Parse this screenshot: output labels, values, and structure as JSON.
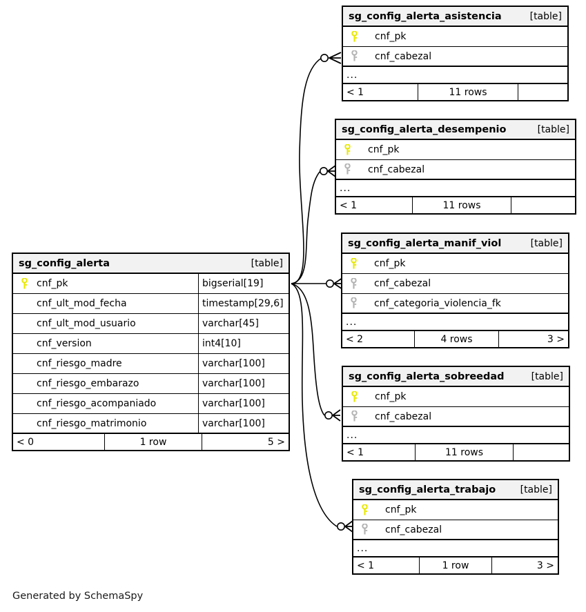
{
  "diagram": {
    "generator_credit": "Generated by SchemaSpy",
    "table_kind_label": "[table]",
    "ellipsis": "...",
    "colors": {
      "primary_key_icon": "#e8e800",
      "foreign_key_icon": "#b3b3b3",
      "table_header_bg": "#f2f2f2",
      "border": "#000000",
      "background": "#ffffff"
    }
  },
  "tables": [
    {
      "id": "sg_config_alerta",
      "name": "sg_config_alerta",
      "kind": "[table]",
      "columns": [
        {
          "name": "cnf_pk",
          "type": "bigserial[19]",
          "key": "primary"
        },
        {
          "name": "cnf_ult_mod_fecha",
          "type": "timestamp[29,6]",
          "key": "none"
        },
        {
          "name": "cnf_ult_mod_usuario",
          "type": "varchar[45]",
          "key": "none"
        },
        {
          "name": "cnf_version",
          "type": "int4[10]",
          "key": "none"
        },
        {
          "name": "cnf_riesgo_madre",
          "type": "varchar[100]",
          "key": "none"
        },
        {
          "name": "cnf_riesgo_embarazo",
          "type": "varchar[100]",
          "key": "none"
        },
        {
          "name": "cnf_riesgo_acompaniado",
          "type": "varchar[100]",
          "key": "none"
        },
        {
          "name": "cnf_riesgo_matrimonio",
          "type": "varchar[100]",
          "key": "none"
        }
      ],
      "has_ellipsis": false,
      "footer": {
        "left": "< 0",
        "center": "1 row",
        "right": "5 >"
      }
    },
    {
      "id": "sg_config_alerta_asistencia",
      "name": "sg_config_alerta_asistencia",
      "kind": "[table]",
      "columns": [
        {
          "name": "cnf_pk",
          "type": "",
          "key": "primary"
        },
        {
          "name": "cnf_cabezal",
          "type": "",
          "key": "foreign"
        }
      ],
      "has_ellipsis": true,
      "footer": {
        "left": "< 1",
        "center": "11 rows",
        "right": ""
      }
    },
    {
      "id": "sg_config_alerta_desempenio",
      "name": "sg_config_alerta_desempenio",
      "kind": "[table]",
      "columns": [
        {
          "name": "cnf_pk",
          "type": "",
          "key": "primary"
        },
        {
          "name": "cnf_cabezal",
          "type": "",
          "key": "foreign"
        }
      ],
      "has_ellipsis": true,
      "footer": {
        "left": "< 1",
        "center": "11 rows",
        "right": ""
      }
    },
    {
      "id": "sg_config_alerta_manif_viol",
      "name": "sg_config_alerta_manif_viol",
      "kind": "[table]",
      "columns": [
        {
          "name": "cnf_pk",
          "type": "",
          "key": "primary"
        },
        {
          "name": "cnf_cabezal",
          "type": "",
          "key": "foreign"
        },
        {
          "name": "cnf_categoria_violencia_fk",
          "type": "",
          "key": "foreign"
        }
      ],
      "has_ellipsis": true,
      "footer": {
        "left": "< 2",
        "center": "4 rows",
        "right": "3 >"
      }
    },
    {
      "id": "sg_config_alerta_sobreedad",
      "name": "sg_config_alerta_sobreedad",
      "kind": "[table]",
      "columns": [
        {
          "name": "cnf_pk",
          "type": "",
          "key": "primary"
        },
        {
          "name": "cnf_cabezal",
          "type": "",
          "key": "foreign"
        }
      ],
      "has_ellipsis": true,
      "footer": {
        "left": "< 1",
        "center": "11 rows",
        "right": ""
      }
    },
    {
      "id": "sg_config_alerta_trabajo",
      "name": "sg_config_alerta_trabajo",
      "kind": "[table]",
      "columns": [
        {
          "name": "cnf_pk",
          "type": "",
          "key": "primary"
        },
        {
          "name": "cnf_cabezal",
          "type": "",
          "key": "foreign"
        }
      ],
      "has_ellipsis": true,
      "footer": {
        "left": "< 1",
        "center": "1 row",
        "right": "3 >"
      }
    }
  ],
  "relationships": [
    {
      "from": "sg_config_alerta.cnf_pk",
      "to": "sg_config_alerta_asistencia.cnf_cabezal"
    },
    {
      "from": "sg_config_alerta.cnf_pk",
      "to": "sg_config_alerta_desempenio.cnf_cabezal"
    },
    {
      "from": "sg_config_alerta.cnf_pk",
      "to": "sg_config_alerta_manif_viol.cnf_cabezal"
    },
    {
      "from": "sg_config_alerta.cnf_pk",
      "to": "sg_config_alerta_sobreedad.cnf_cabezal"
    },
    {
      "from": "sg_config_alerta.cnf_pk",
      "to": "sg_config_alerta_trabajo.cnf_cabezal"
    }
  ]
}
